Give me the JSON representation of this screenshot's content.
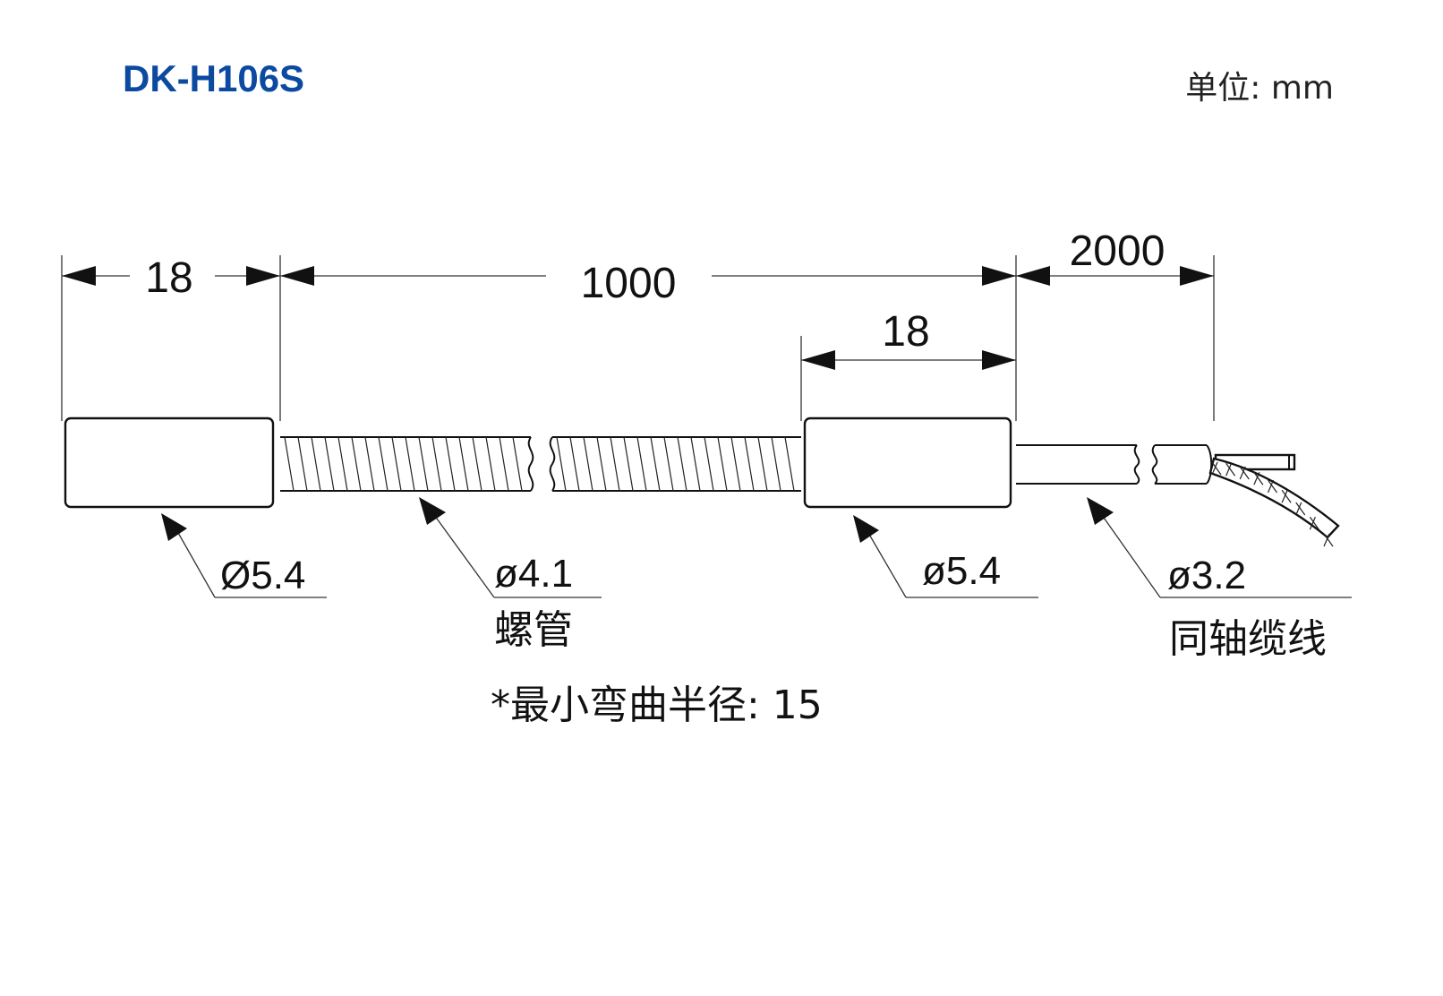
{
  "header": {
    "title": "DK-H106S",
    "unit": "单位: mm"
  },
  "dimensions": {
    "left_body_length": "18",
    "conduit_length": "1000",
    "right_body_length": "18",
    "cable_length": "2000"
  },
  "callouts": {
    "left_body_diameter": "Ø5.4",
    "conduit_diameter": "ø4.1",
    "conduit_name": "螺管",
    "right_body_diameter": "ø5.4",
    "cable_diameter": "ø3.2",
    "cable_name": "同轴缆线"
  },
  "note": "*最小弯曲半径: 15",
  "colors": {
    "title": "#0b4aa0",
    "line": "#111111",
    "background": "#ffffff"
  }
}
